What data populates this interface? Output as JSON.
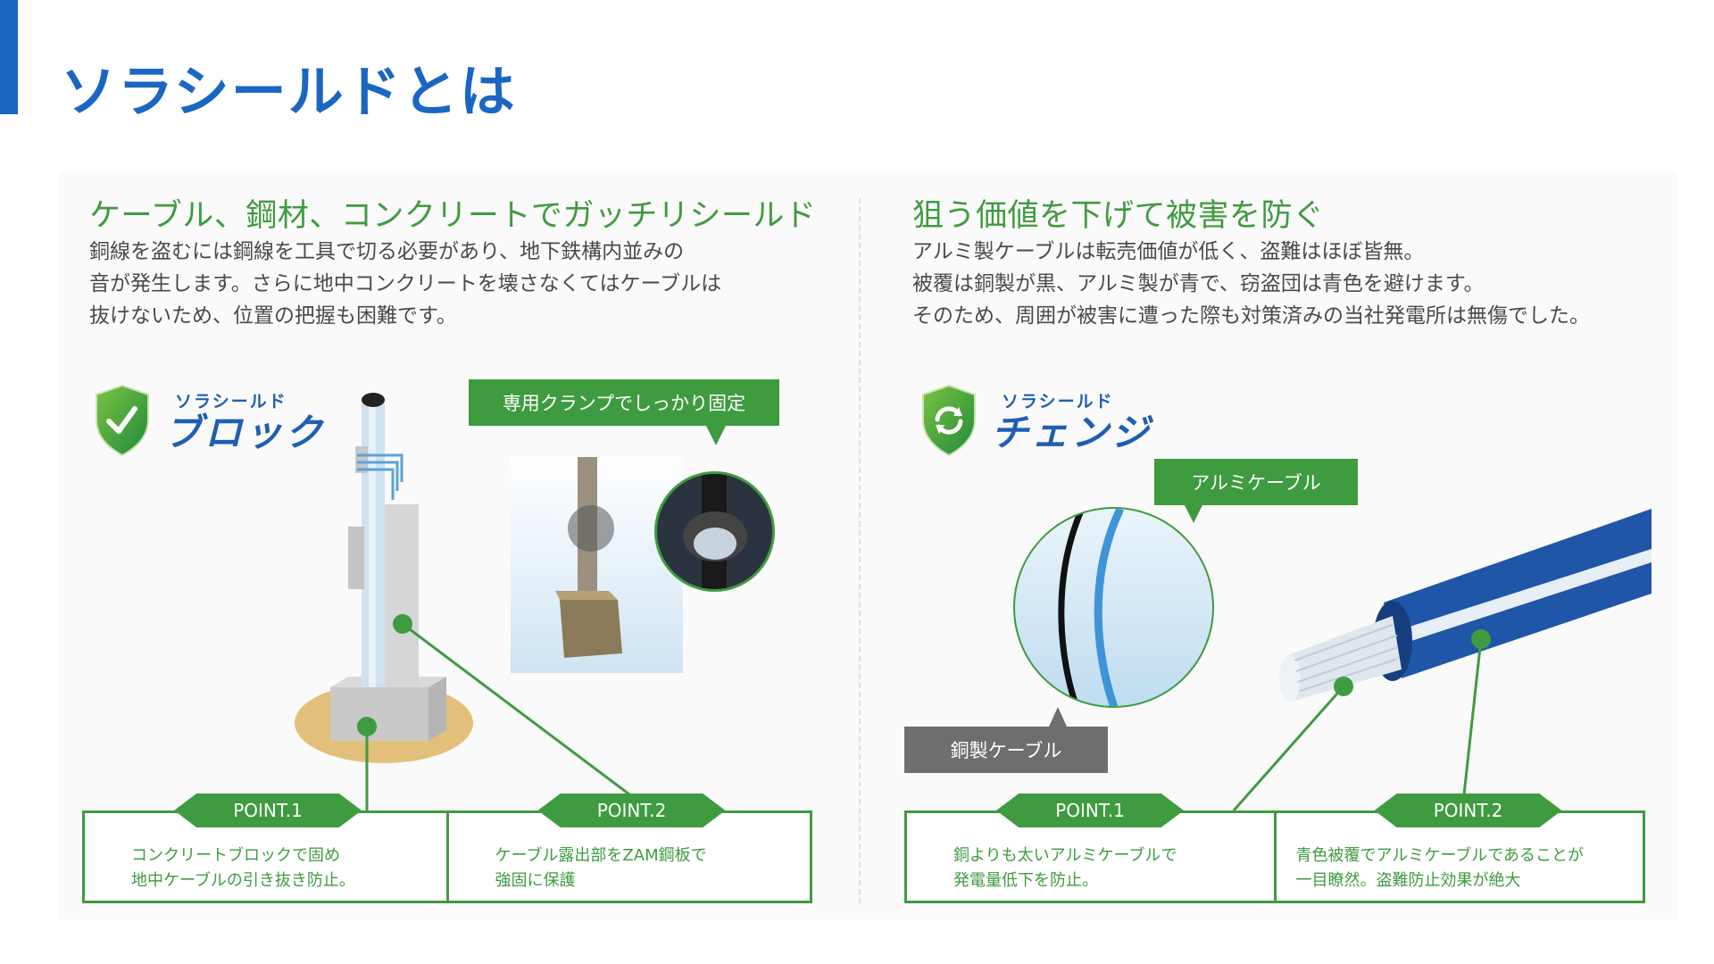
{
  "page": {
    "title": "ソラシールドとは",
    "accent_color": "#1a66c2",
    "brand_green": "#3f9b3f"
  },
  "left": {
    "heading": "ケーブル、鋼材、コンクリートでガッチリシールド",
    "body": [
      "銅線を盗むには鋼線を工具で切る必要があり、地下鉄構内並みの",
      "音が発生します。さらに地中コンクリートを壊さなくてはケーブルは",
      "抜けないため、位置の把握も困難です。"
    ],
    "logo": {
      "small": "ソラシールド",
      "big": "ブロック",
      "icon": "shield-check-icon"
    },
    "callout": "専用クランプでしっかり固定",
    "points": [
      {
        "label": "POINT.1",
        "lines": [
          "コンクリートブロックで固め",
          "地中ケーブルの引き抜き防止。"
        ]
      },
      {
        "label": "POINT.2",
        "lines": [
          "ケーブル露出部をZAM鋼板で",
          "強固に保護"
        ]
      }
    ]
  },
  "right": {
    "heading": "狙う価値を下げて被害を防ぐ",
    "body": [
      "アルミ製ケーブルは転売価値が低く、盗難はほぼ皆無。",
      "被覆は銅製が黒、アルミ製が青で、窃盗団は青色を避けます。",
      "そのため、周囲が被害に遭った際も対策済みの当社発電所は無傷でした。"
    ],
    "logo": {
      "small": "ソラシールド",
      "big": "チェンジ",
      "icon": "shield-refresh-icon"
    },
    "callout_aluminum": "アルミケーブル",
    "callout_copper": "銅製ケーブル",
    "points": [
      {
        "label": "POINT.1",
        "lines": [
          "銅よりも太いアルミケーブルで",
          "発電量低下を防止。"
        ]
      },
      {
        "label": "POINT.2",
        "lines": [
          "青色被覆でアルミケーブルであることが",
          "一目瞭然。盗難防止効果が絶大"
        ]
      }
    ]
  }
}
